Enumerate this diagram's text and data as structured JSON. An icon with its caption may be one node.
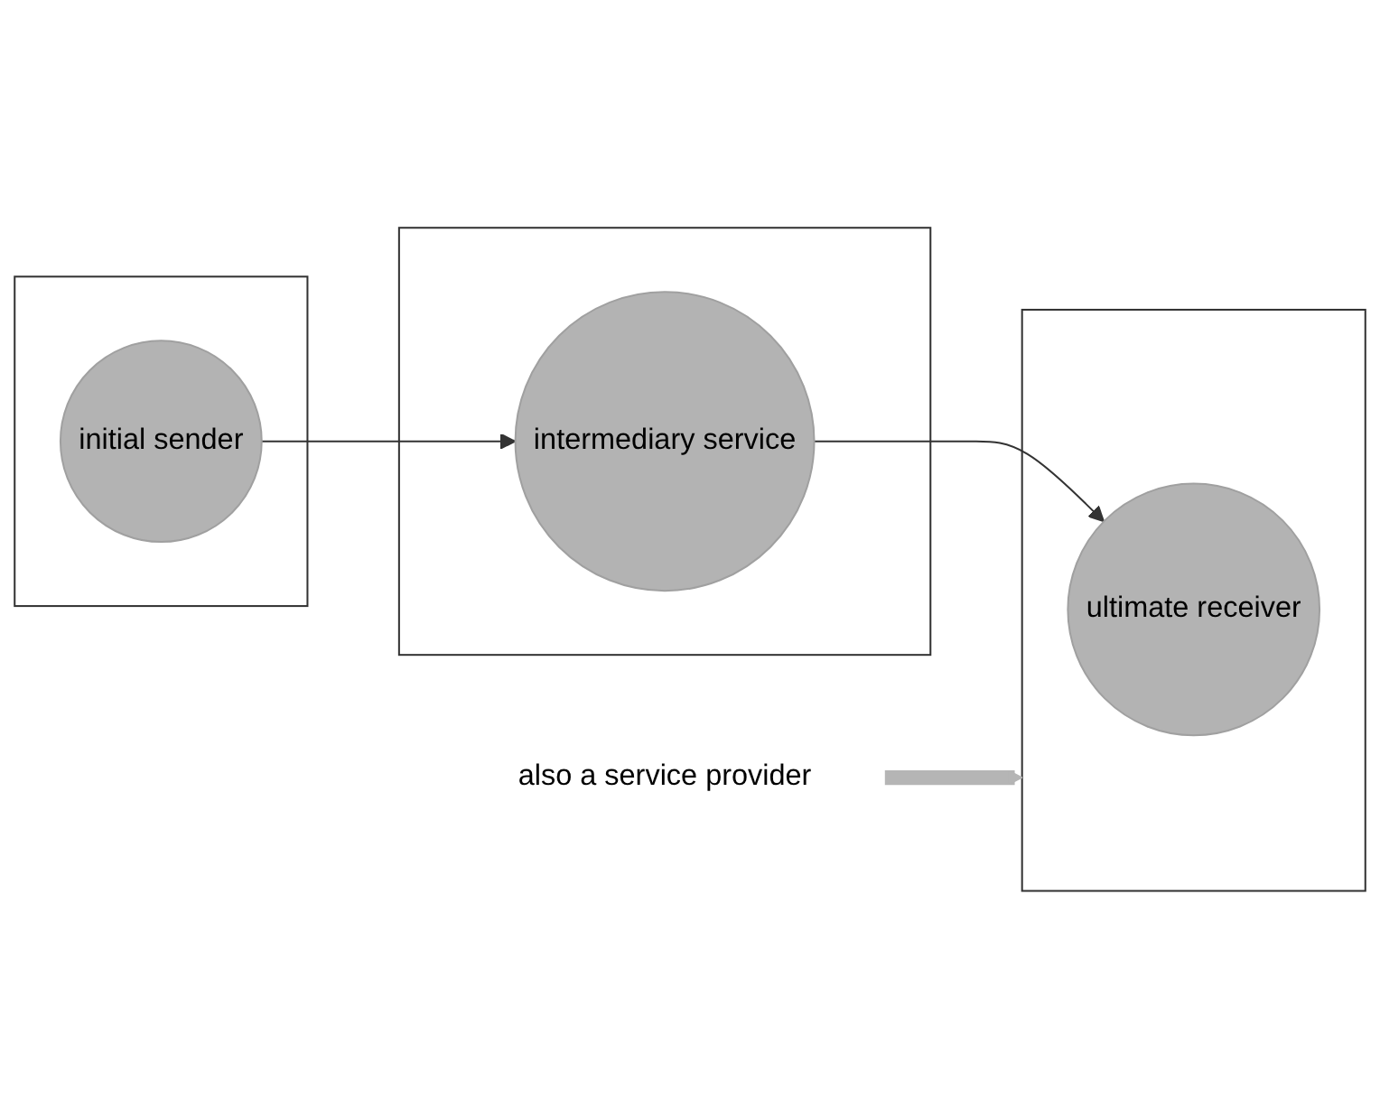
{
  "diagram": {
    "nodes": [
      {
        "text": [],
        "shape": "box"
      },
      {
        "text": [
          "initial sender"
        ],
        "in": 0
      },
      {
        "text": [],
        "shape": "box"
      },
      {
        "text": [
          "intermediary service"
        ],
        "in": 2
      },
      {
        "text": [],
        "shape": "box"
      },
      {
        "text": [
          "ultimate receiver"
        ],
        "in": 4
      },
      {
        "text": [
          "also a service provider"
        ]
      }
    ],
    "edges": [
      {
        "from": 1,
        "to": 3,
        "arrow": "to"
      },
      {
        "from": 3,
        "to": 5,
        "arrow": "to"
      },
      {
        "from": 6,
        "to": 4,
        "arrow": "to",
        "style": "thick",
        "color": "#b5b5b5"
      }
    ]
  }
}
